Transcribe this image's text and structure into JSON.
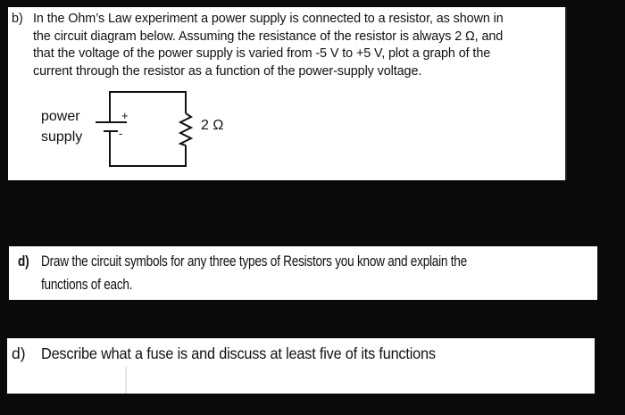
{
  "question_b": {
    "label": "b)",
    "text": "In the Ohm’s Law experiment a power supply is connected to a resistor, as shown in the circuit diagram below. Assuming the resistance of the resistor is always 2 Ω, and that the voltage of the power supply is varied from -5 V to +5 V, plot a graph of the current through the resistor as a function of the power-supply voltage.",
    "lines": [
      "In the Ohm’s Law experiment a power supply is connected to a resistor, as shown in",
      "the circuit diagram below. Assuming the resistance of the resistor is always 2 Ω, and",
      "that the voltage of the power supply is varied from -5 V to +5 V, plot a graph of the",
      "current through the resistor as a function of the power-supply voltage."
    ],
    "circuit": {
      "source_label_line1": "power",
      "source_label_line2": "supply",
      "plus_sign": "+",
      "minus_sign": "-",
      "resistor_value": "2 Ω"
    }
  },
  "question_d1": {
    "label": "d)",
    "line1": "Draw the circuit symbols for any three types of Resistors you know and explain the",
    "line2": "functions of each."
  },
  "question_d2": {
    "label": "d)",
    "text": "Describe what a fuse is and discuss at least five of its functions"
  }
}
